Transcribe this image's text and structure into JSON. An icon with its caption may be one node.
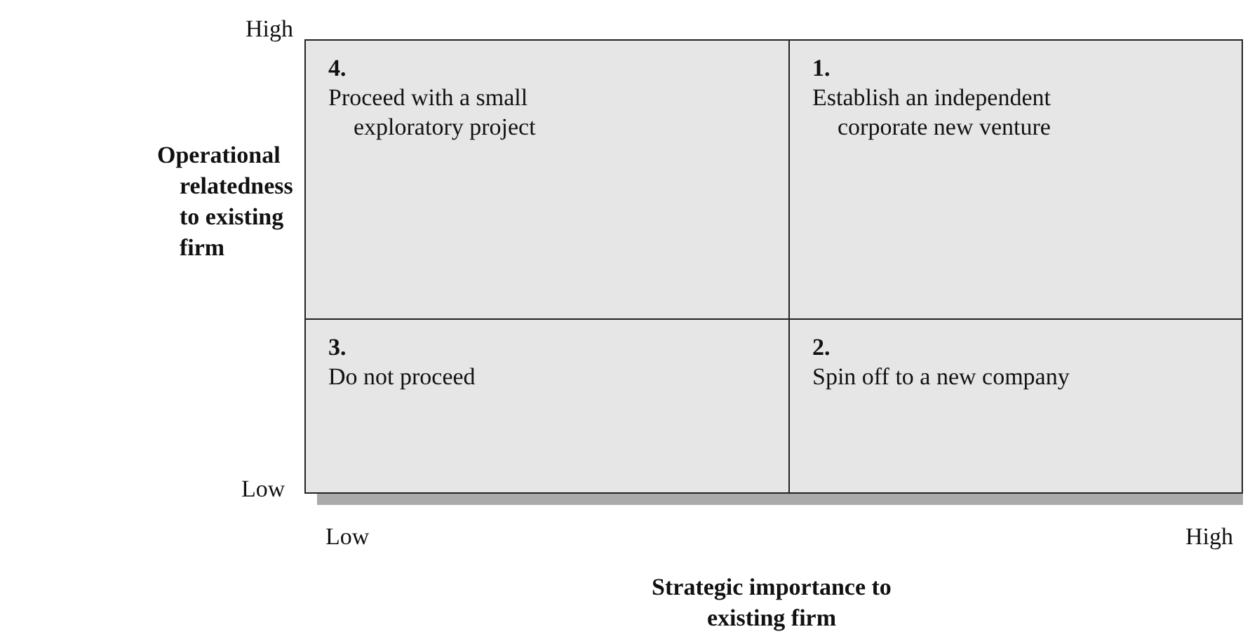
{
  "diagram": {
    "nodes": [
      {
        "text": [
          "4.",
          "Proceed with a small exploratory project"
        ]
      },
      {
        "text": [
          "1.",
          "Establish an independent corporate new venture"
        ]
      },
      {
        "text": [
          "3.",
          "Do not proceed"
        ]
      },
      {
        "text": [
          "2.",
          "Spin off to a new company"
        ]
      }
    ],
    "labels": [
      "High",
      "Operational relatedness to existing firm",
      "Low",
      "Low",
      "High",
      "Strategic importance to existing firm"
    ]
  }
}
